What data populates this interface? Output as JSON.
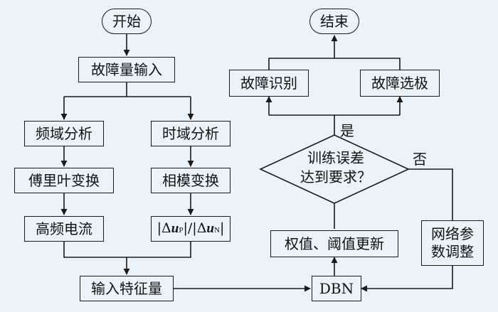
{
  "nodes": {
    "start": "开始",
    "end": "结束",
    "fault_input": "故障量输入",
    "freq_analysis": "频域分析",
    "time_analysis": "时域分析",
    "fourier": "傅里叶变换",
    "phase_mode": "相模变换",
    "hf_current": "高频电流",
    "ratio": {
      "bar": "|",
      "delta": "Δ",
      "u": "u",
      "sub_p": "P",
      "slash": "|/|",
      "sub_n": "N"
    },
    "feature_input": "输入特征量",
    "dbn": "DBN",
    "weight_update": "权值、阈值更新",
    "decision_line1": "训练误差",
    "decision_line2": "达到要求？",
    "net_adjust_line1": "网络参",
    "net_adjust_line2": "数调整",
    "fault_identify": "故障识别",
    "fault_select": "故障选极"
  },
  "labels": {
    "yes": "是",
    "no": "否"
  }
}
